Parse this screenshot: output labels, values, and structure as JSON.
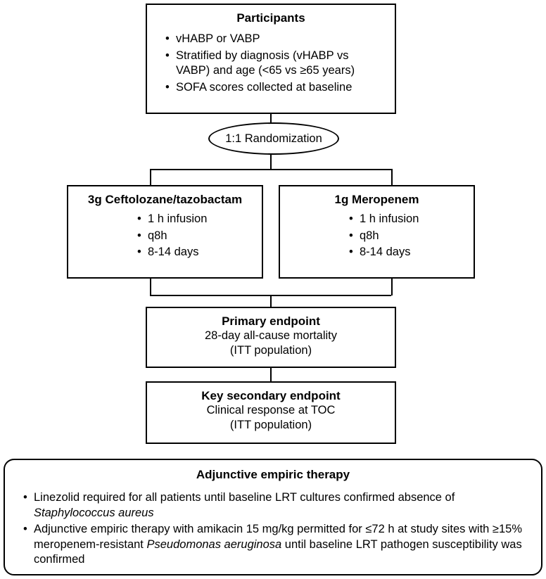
{
  "diagram": {
    "title": "Study design flow diagram",
    "type": "trial-flowchart",
    "line_color": "#000000",
    "background_color": "#ffffff"
  },
  "participants": {
    "title": "Participants",
    "bullets": [
      "vHABP or VABP",
      "Stratified by diagnosis (vHABP vs VABP) and age (<65 vs ≥65 years)",
      "SOFA scores collected at baseline"
    ]
  },
  "randomization": {
    "label": "1:1 Randomization"
  },
  "arms": [
    {
      "title": "3g Ceftolozane/tazobactam",
      "bullets": [
        "1 h infusion",
        "q8h",
        "8-14 days"
      ]
    },
    {
      "title": "1g Meropenem",
      "bullets": [
        "1 h infusion",
        "q8h",
        "8-14 days"
      ]
    }
  ],
  "endpoints": [
    {
      "title": "Primary endpoint",
      "line1": "28-day all-cause mortality",
      "line2": "(ITT population)"
    },
    {
      "title": "Key secondary endpoint",
      "line1": "Clinical response at TOC",
      "line2": "(ITT population)"
    }
  ],
  "adjunctive": {
    "title": "Adjunctive empiric therapy",
    "bullets": [
      {
        "part1": "Linezolid required for all patients until baseline LRT cultures confirmed absence of ",
        "italic1": "Staphylococcus aureus",
        "part2": ""
      },
      {
        "part1": "Adjunctive empiric therapy with amikacin 15 mg/kg permitted for ≤72 h at study sites with ≥15% meropenem-resistant ",
        "italic1": "Pseudomonas aeruginosa",
        "part2": " until baseline LRT pathogen susceptibility was confirmed"
      }
    ]
  }
}
